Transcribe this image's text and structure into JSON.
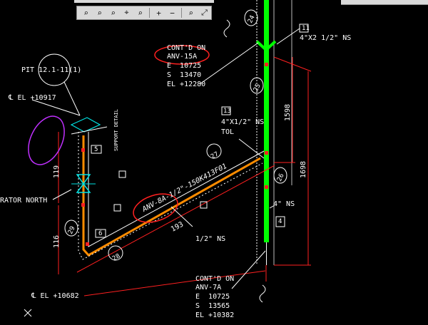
{
  "toolbar": {
    "buttons": [
      {
        "name": "zoom-window-icon",
        "glyph": "⌕"
      },
      {
        "name": "zoom-dynamic-icon",
        "glyph": "⌕"
      },
      {
        "name": "zoom-scale-icon",
        "glyph": "⌕"
      },
      {
        "name": "zoom-center-icon",
        "glyph": "⌖"
      },
      {
        "name": "zoom-object-icon",
        "glyph": "⌕"
      },
      {
        "name": "zoom-in-icon",
        "glyph": "+"
      },
      {
        "name": "zoom-out-icon",
        "glyph": "−"
      },
      {
        "name": "zoom-all-icon",
        "glyph": "⌕"
      },
      {
        "name": "zoom-extents-icon",
        "glyph": "⤢"
      }
    ]
  },
  "drawing": {
    "pit_label": "PIT 12.1-11(1)",
    "cl_el_top": "℄ EL +10917",
    "cl_el_bottom": "℄ EL +10682",
    "rator_north": "RATOR NORTH",
    "contd_top": {
      "line1": "CONT'D ON",
      "line2": "ANV-15A",
      "line3": "E  10725",
      "line4": "S  13470",
      "line5": "EL +12280"
    },
    "contd_bottom": {
      "line1": "CONT'D ON",
      "line2": "ANV-7A",
      "line3": "E  10725",
      "line4": "S  13565",
      "line5": "EL +10382"
    },
    "tag_11": "11",
    "tag_11_text": "4\"X2 1/2\" NS",
    "tag_13": "13",
    "tag_13_text1": "4\"X1/2\" NS",
    "tag_13_text2": "TOL",
    "tag_4_text": "4\" NS",
    "half_ns": "1/2\" NS",
    "line_label": "ANV-8A-1/2\"-150K413F01",
    "dim_193": "193",
    "dim_116": "116",
    "dim_119": "119",
    "dim_1598": "1598",
    "dim_1698": "1698",
    "box_5": "5",
    "box_6": "6",
    "box_4": "4",
    "bubble_24": "24",
    "bubble_25": "25",
    "bubble_26": "26",
    "bubble_27": "27",
    "bubble_28": "28",
    "bubble_29": "29",
    "side_text": "SUPPORT DETAIL"
  },
  "colors": {
    "background": "#000000",
    "pipe_main": "#00ff00",
    "pipe_branch": "#ff8c00",
    "dimension": "#ff2020",
    "annotation": "#ffffff",
    "highlight_red": "#ff2020",
    "highlight_magenta": "#c030ff",
    "valve": "#00e0e0",
    "toolbar_bg": "#d9d9d9"
  }
}
